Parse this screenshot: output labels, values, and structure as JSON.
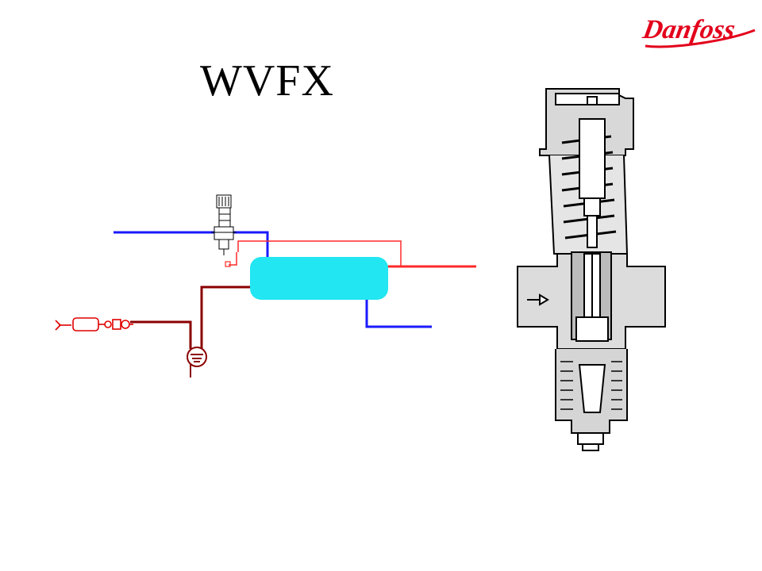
{
  "slide": {
    "title": "WVFX"
  },
  "brand": {
    "name": "Danfoss",
    "color": "#e3001b"
  },
  "diagram": {
    "colors": {
      "water_pipe": "#1a1aff",
      "refrigerant_hot": "#ff2a2a",
      "refrigerant_liquid": "#8b0000",
      "condenser_fill": "#22e6f2",
      "cross_section_ink": "#000000"
    },
    "components": [
      "water-valve",
      "condenser",
      "receiver",
      "filter-drier",
      "sight-glass",
      "valve-cross-section"
    ],
    "flow_arrow_icon": "arrow-right-icon"
  }
}
